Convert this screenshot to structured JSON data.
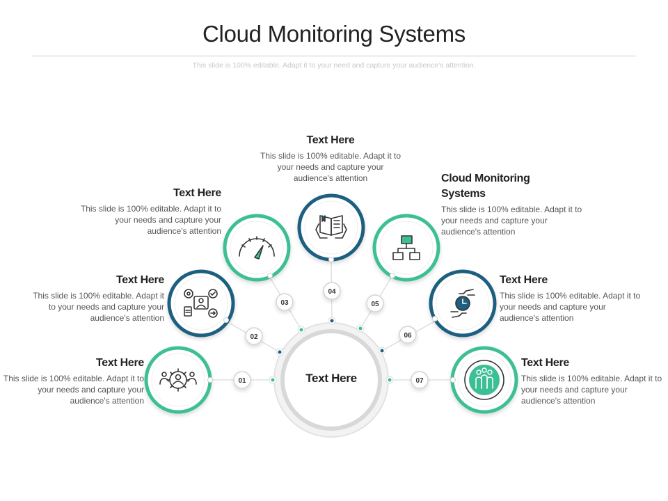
{
  "title": "Cloud Monitoring Systems",
  "subtitle": "This slide is 100% editable. Adapt it to your need and capture your audience's attention.",
  "center_label": "Text Here",
  "items": [
    {
      "num": "01",
      "heading": "Text Here",
      "body": "This slide is 100% editable. Adapt it to your needs and capture your audience's attention",
      "icon": "team-gear-icon",
      "ring_color": "#3dbf96"
    },
    {
      "num": "02",
      "heading": "Text Here",
      "body": "This slide is 100% editable. Adapt it to your needs and capture your audience's attention",
      "icon": "workflow-icon",
      "ring_color": "#1f5f80"
    },
    {
      "num": "03",
      "heading": "Text Here",
      "body": "This slide is 100% editable. Adapt it to your needs and capture your audience's attention",
      "icon": "speedometer-icon",
      "ring_color": "#3dbf96"
    },
    {
      "num": "04",
      "heading": "Text Here",
      "body": "This slide is 100% editable. Adapt it to your needs and capture your audience's attention",
      "icon": "book-hands-icon",
      "ring_color": "#1f5f80"
    },
    {
      "num": "05",
      "heading": "Cloud Monitoring Systems",
      "body": "This slide is 100% editable. Adapt it to your needs and capture your audience's attention",
      "icon": "hierarchy-icon",
      "ring_color": "#3dbf96"
    },
    {
      "num": "06",
      "heading": "Text Here",
      "body": "This slide is 100% editable. Adapt it to your needs and capture your audience's attention",
      "icon": "hands-clock-icon",
      "ring_color": "#1f5f80"
    },
    {
      "num": "07",
      "heading": "Text Here",
      "body": "This slide is 100% editable. Adapt it to your needs and capture your audience's attention",
      "icon": "people-group-icon",
      "ring_color": "#3dbf96"
    }
  ]
}
